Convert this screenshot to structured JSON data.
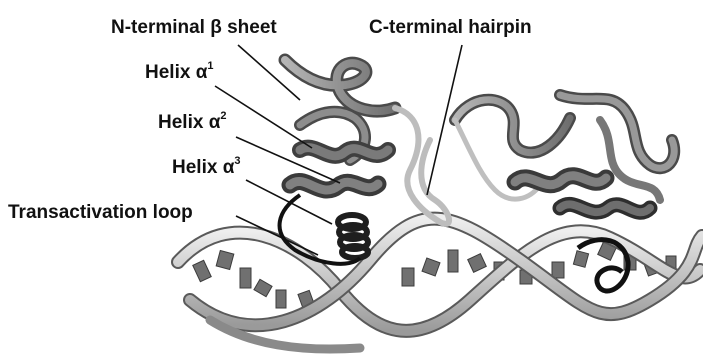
{
  "labels": {
    "n_terminal_sheet": "N-terminal β sheet",
    "c_terminal_hairpin": "C-terminal hairpin",
    "helix1": {
      "text": "Helix α",
      "sup": "1"
    },
    "helix2": {
      "text": "Helix α",
      "sup": "2"
    },
    "helix3": {
      "text": "Helix α",
      "sup": "3"
    },
    "transactivation_loop": "Transactivation loop"
  },
  "colors": {
    "ribbon_dark": "#5a5a5a",
    "ribbon_mid": "#8c8c8c",
    "ribbon_light": "#c8c8c8",
    "dna_backbone": "#d2d2d2",
    "loop": "#111111"
  }
}
